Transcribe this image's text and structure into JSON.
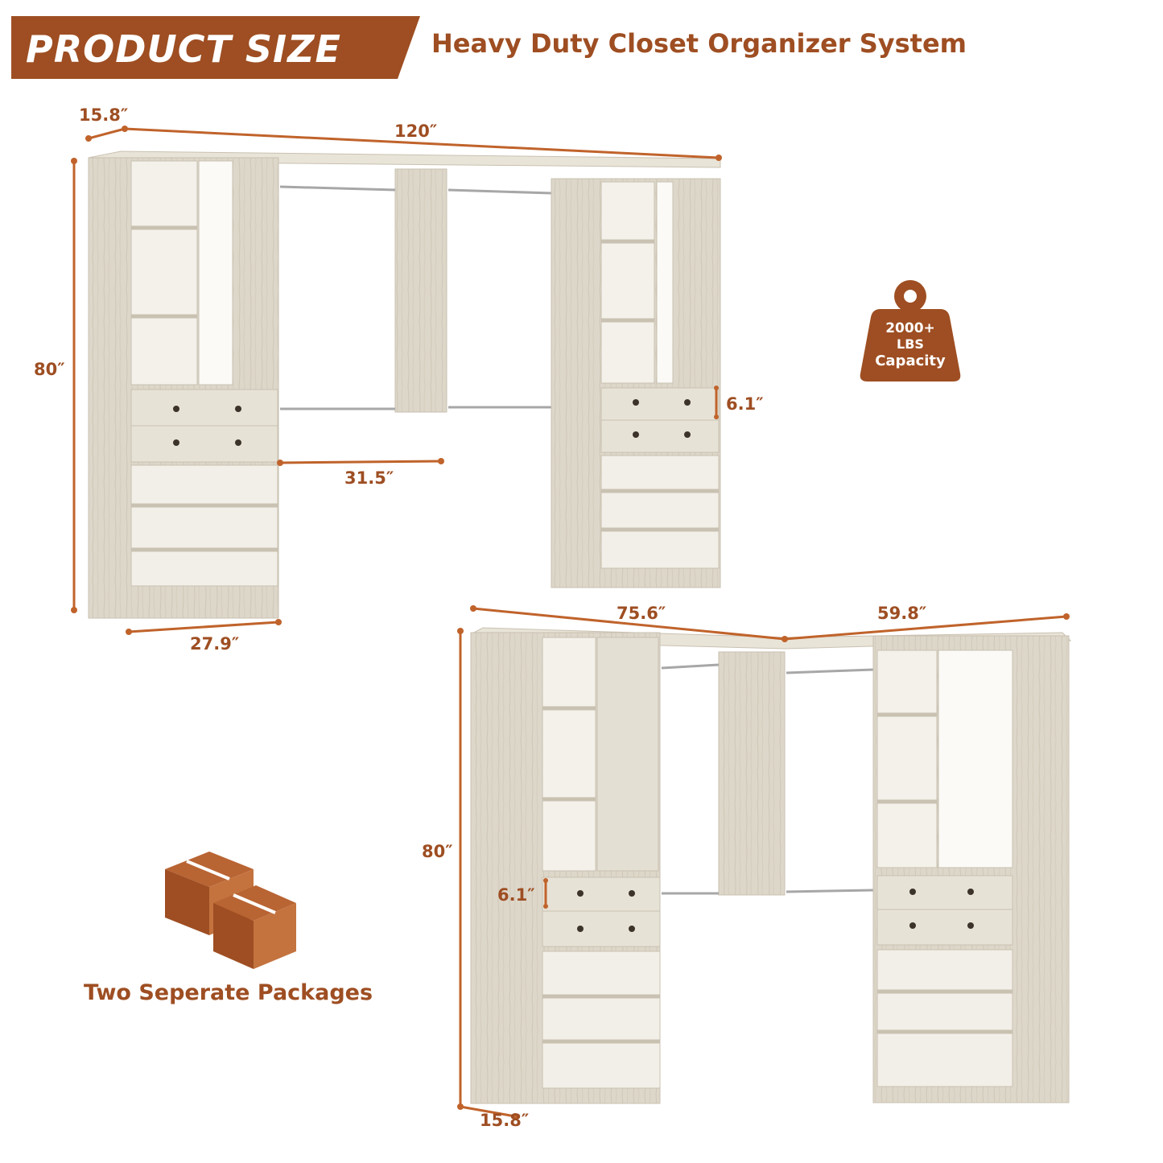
{
  "banner": {
    "title": "PRODUCT SIZE"
  },
  "header": {
    "subtitle": "Heavy Duty Closet Organizer System"
  },
  "straight_layout": {
    "depth": "15.8″",
    "width": "120″",
    "height": "80″",
    "drawer_height": "6.1″",
    "hanging_section_width": "31.5″",
    "tower_width": "27.9″"
  },
  "corner_layout": {
    "left_width": "75.6″",
    "right_width": "59.8″",
    "height": "80″",
    "drawer_height": "6.1″",
    "depth": "15.8″"
  },
  "capacity_badge": {
    "line1": "2000+",
    "line2": "LBS",
    "line3": "Capacity"
  },
  "packages": {
    "label": "Two Seperate Packages",
    "icon": "boxes-icon"
  },
  "colors": {
    "accent": "#9e4e22",
    "dimension_line": "#c0632b",
    "wood": "#ddd7ca",
    "wood_dark": "#c9c1b1"
  }
}
